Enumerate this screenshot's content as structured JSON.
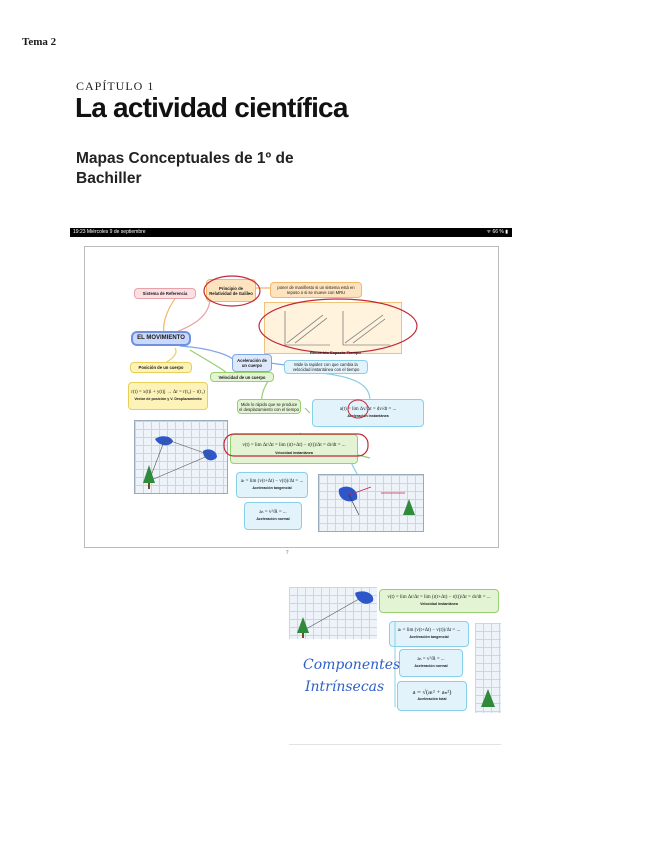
{
  "header": {
    "chapter": "CAPÍTULO 1",
    "title": "La actividad científica",
    "subtitle": "Mapas Conceptuales de 1º de Bachiller"
  },
  "screenshot": {
    "status_left": "19:23  Miércoles 9 de septiembre",
    "status_right": "ᯤ 66 % ▮",
    "tema": "Tema 2",
    "page_number": "7",
    "nodes": {
      "sistema": "Sistema de Referencia",
      "principio": "Principio de Relatividad de Galileo",
      "poner": "poner de manifiesto si un sistema está en reposo o si se mueve con MRU",
      "movimiento": "EL MOVIMIENTO",
      "posicion": "Posición de un cuerpo",
      "posicion_formula": "r(t) = x(t)i + y(t)j → Δr = r(t₂) − r(t₁)",
      "vector_pos": "Vector de posición y V. Desplazamiento",
      "aceleracion_cuerpo": "Aceleración de un cuerpo",
      "velocidad_cuerpo": "Velocidad de un cuerpo",
      "mide_rapidez": "Mide la rapidez con que cambia la velocidad instantánea con el tiempo",
      "mide_desplaz": "Mide lo rápido que se produce el desplazamiento con el tiempo",
      "acel_formula": "a(t) = lim Δv/Δt = dv/dt = ...",
      "acel_inst": "Aceleración instantánea",
      "vel_formula": "v(t) = lim Δr/Δt = lim (r(t+Δt) − r(t))/Δt = dr/dt = ...",
      "vel_inst": "Velocidad instantánea",
      "acel_tang_formula": "aₜ = lim (v(t+Δt) − v(t))/Δt = ...",
      "acel_tang": "Aceleración tangencial",
      "acel_norm_formula": "aₙ = v²/R = ...",
      "acel_norm": "Aceleración normal",
      "graph_caption": "Recorrido Espacio-Tiempo"
    }
  },
  "crop": {
    "vel_inst": "Velocidad instantánea",
    "acel_tang_formula": "aₜ = lim (v(t+Δt) − v(t))/Δt = ...",
    "acel_tang": "Aceleración tangencial",
    "acel_norm_formula": "aₙ = v²/R = ...",
    "acel_norm": "Aceleración normal",
    "acel_total_formula": "a = √(aₜ² + aₙ²)",
    "acel_total": "Aceleración total",
    "handwriting_line1": "Componentes",
    "handwriting_line2": "Intrínsecas"
  }
}
